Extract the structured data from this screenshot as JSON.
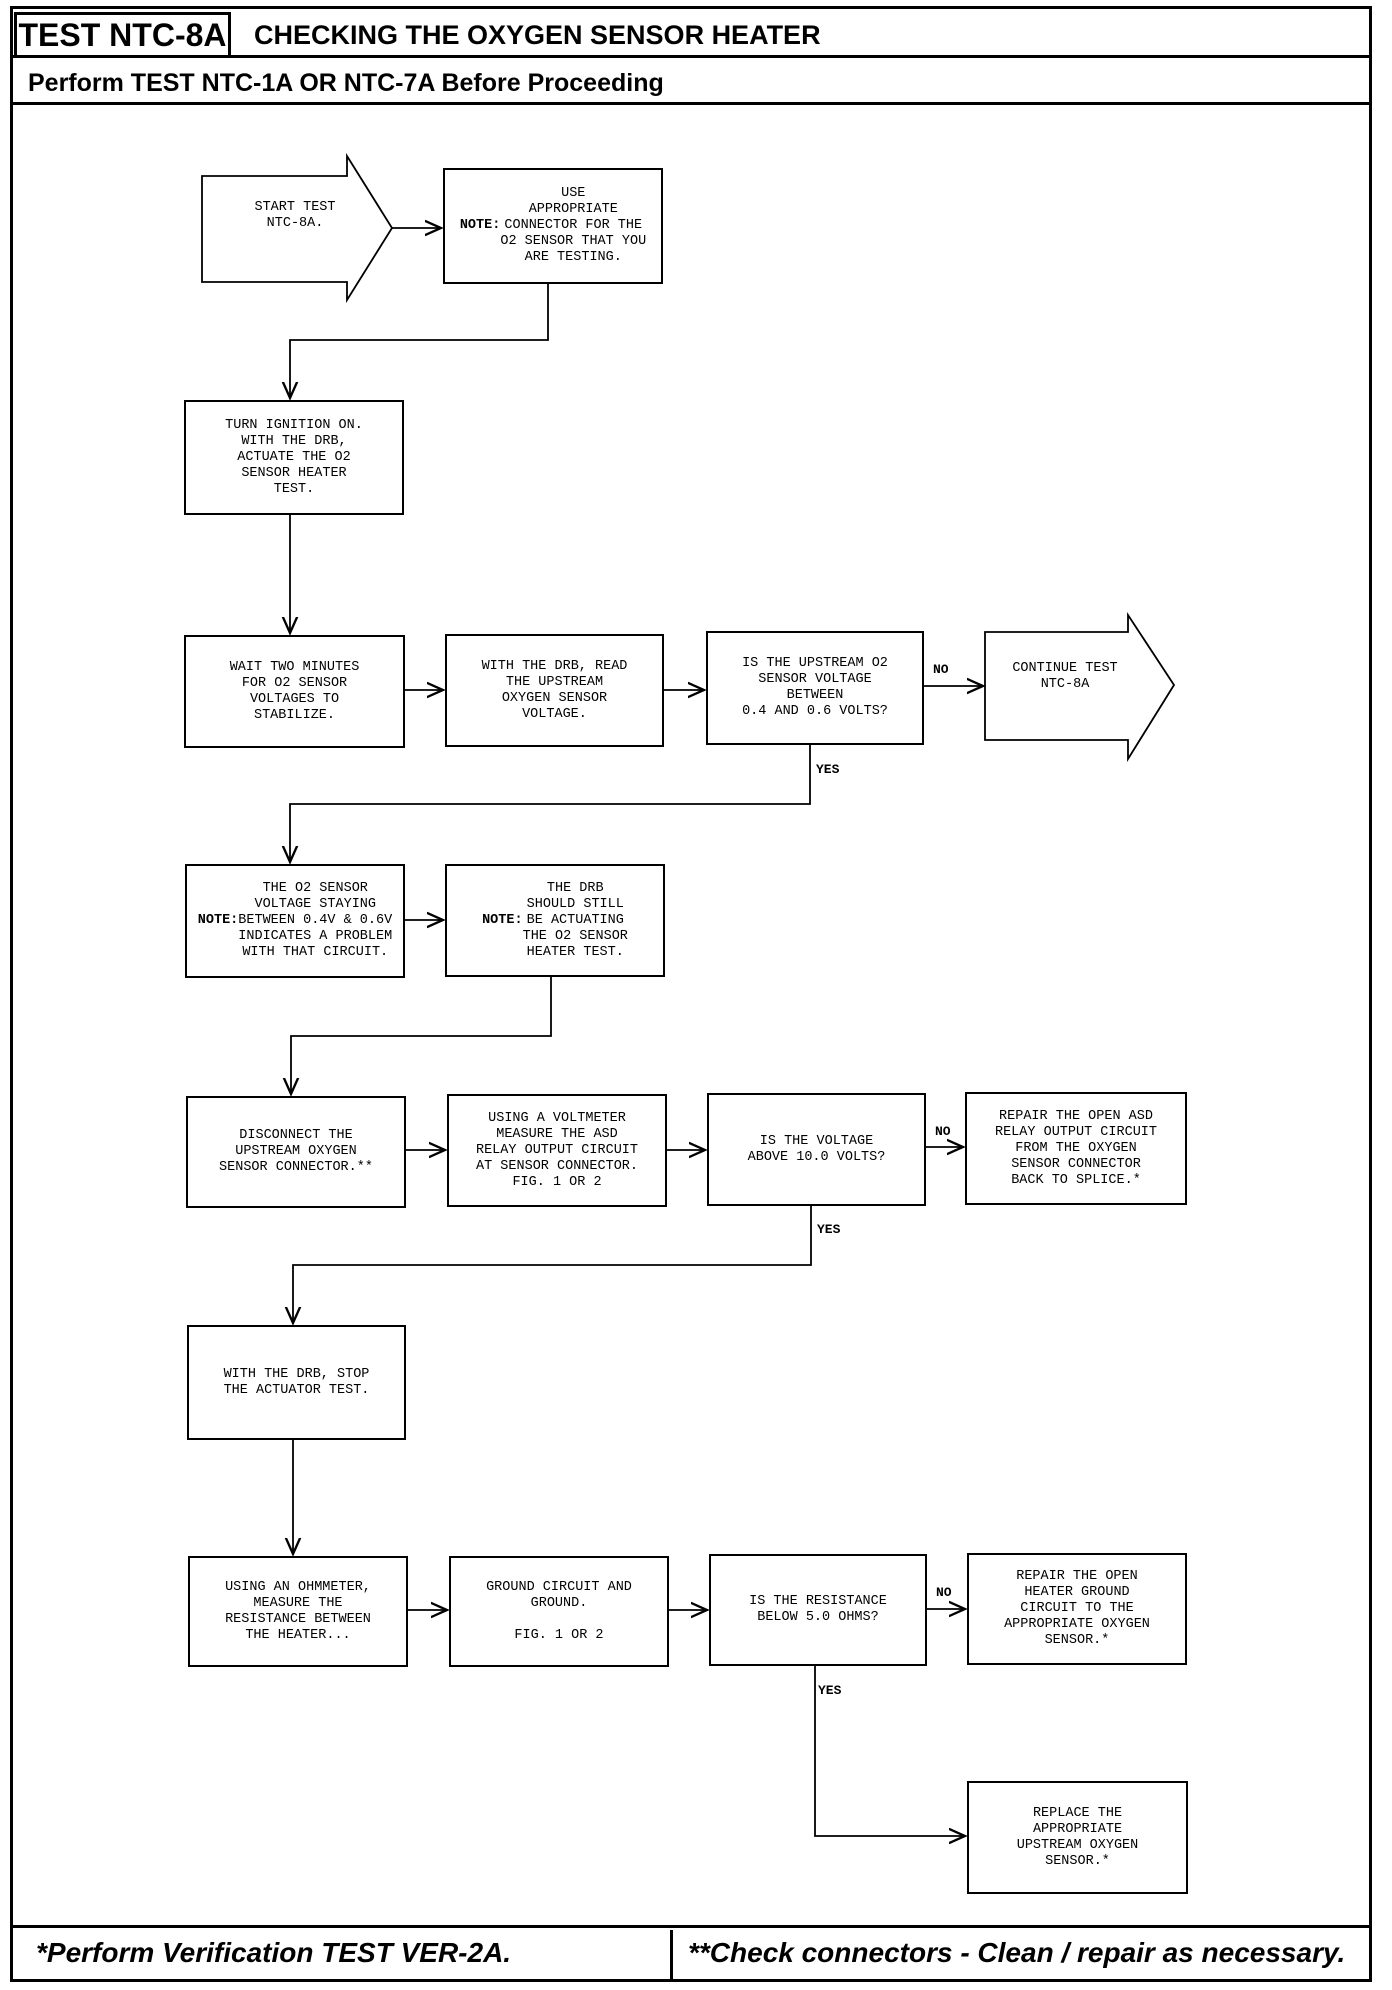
{
  "header": {
    "test_id": "TEST NTC-8A",
    "title": "CHECKING THE OXYGEN SENSOR HEATER",
    "subtitle": "Perform TEST NTC-1A OR NTC-7A Before Proceeding"
  },
  "flow": {
    "start": "START TEST\nNTC-8A.",
    "note_connector": "NOTE: USE\nAPPROPRIATE\nCONNECTOR FOR THE\nO2 SENSOR THAT YOU\nARE TESTING.",
    "ignition_on": "TURN IGNITION ON.\nWITH THE DRB,\nACTUATE THE O2\nSENSOR HEATER\nTEST.",
    "wait_two_minutes": "WAIT TWO MINUTES\nFOR O2 SENSOR\nVOLTAGES TO\nSTABILIZE.",
    "read_upstream": "WITH THE DRB, READ\nTHE UPSTREAM\nOXYGEN SENSOR\nVOLTAGE.",
    "q_upstream_voltage": "IS THE UPSTREAM O2\nSENSOR VOLTAGE\nBETWEEN\n0.4 AND 0.6 VOLTS?",
    "continue_test": "CONTINUE TEST\nNTC-8A",
    "note_staying": "NOTE: THE O2 SENSOR\nVOLTAGE STAYING\nBETWEEN 0.4V & 0.6V\nINDICATES A PROBLEM\nWITH THAT CIRCUIT.",
    "note_actuating": "NOTE: THE DRB\nSHOULD STILL\nBE ACTUATING\nTHE O2 SENSOR\nHEATER TEST.",
    "disconnect": "DISCONNECT THE\nUPSTREAM OXYGEN\nSENSOR CONNECTOR.**",
    "voltmeter": "USING A VOLTMETER\nMEASURE THE ASD\nRELAY OUTPUT CIRCUIT\nAT SENSOR CONNECTOR.\nFIG. 1 OR 2",
    "q_voltage_above": "IS THE VOLTAGE\nABOVE 10.0 VOLTS?",
    "repair_asd": "REPAIR THE OPEN ASD\nRELAY OUTPUT CIRCUIT\nFROM THE OXYGEN\nSENSOR CONNECTOR\nBACK TO SPLICE.*",
    "stop_actuator": "WITH THE DRB, STOP\nTHE ACTUATOR TEST.",
    "ohmmeter": "USING AN OHMMETER,\nMEASURE THE\nRESISTANCE BETWEEN\nTHE HEATER...",
    "ground_circuit": "GROUND CIRCUIT AND\nGROUND.\n\nFIG. 1 OR 2",
    "q_resistance": "IS THE RESISTANCE\nBELOW 5.0 OHMS?",
    "repair_ground": "REPAIR THE OPEN\nHEATER GROUND\nCIRCUIT TO THE\nAPPROPRIATE OXYGEN\nSENSOR.*",
    "replace_sensor": "REPLACE THE\nAPPROPRIATE\nUPSTREAM OXYGEN\nSENSOR.*"
  },
  "labels": {
    "no": "NO",
    "yes": "YES"
  },
  "footer": {
    "left": "*Perform Verification TEST VER-2A.",
    "right": "**Check connectors - Clean / repair as necessary."
  }
}
